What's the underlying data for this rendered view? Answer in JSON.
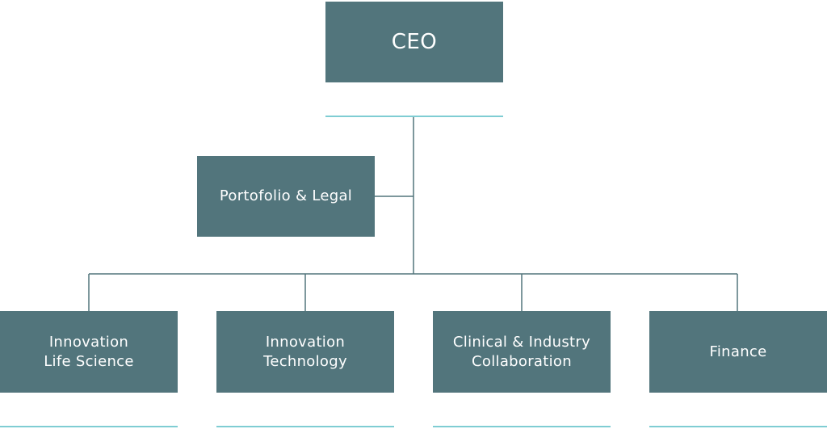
{
  "org_chart": {
    "ceo": {
      "label": "CEO"
    },
    "staff": {
      "label": "Portofolio & Legal"
    },
    "departments": [
      {
        "label": "Innovation\nLife Science"
      },
      {
        "label": "Innovation\nTechnology"
      },
      {
        "label": "Clinical & Industry\nCollaboration"
      },
      {
        "label": "Finance"
      }
    ]
  },
  "colors": {
    "box_fill": "#52757c",
    "connector": "#52757c",
    "accent": "#7fcdd3",
    "text": "#ffffff"
  }
}
